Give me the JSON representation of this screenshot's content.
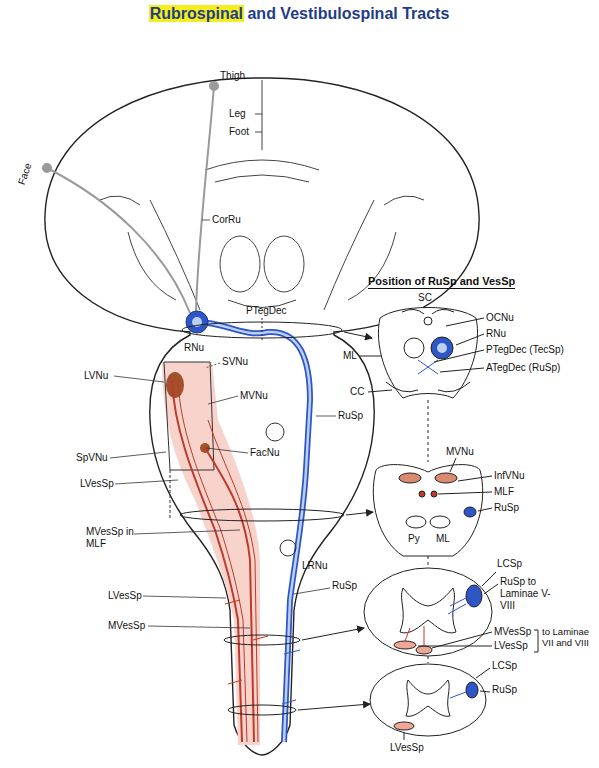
{
  "diagram": {
    "title": "Rubrospinal and Vestibulospinal Tracts",
    "labels": [
      "Thigh",
      "Leg",
      "Foot",
      "Face",
      "CorRu",
      "PTegDec",
      "RNu",
      "Position of RuSp and VesSp",
      "SC",
      "OCNu",
      "ML",
      "RNu",
      "PTegDec (TecSp)",
      "ATegDec (RuSp)",
      "CC",
      "RuSp",
      "SVNu",
      "LVNu",
      "MVNu",
      "FacNu",
      "SpVNu",
      "LVesSp",
      "MVNu",
      "InfVNu",
      "MLF",
      "RuSp",
      "Py",
      "ML",
      "LRNu",
      "MVesSp in MLF",
      "LCSp",
      "RuSp to Laminae V-VIII",
      "RuSp",
      "LVesSp",
      "MVesSp",
      "MVesSp",
      "LVesSp",
      "to Laminae VII and VIII",
      "LCSp",
      "RuSp",
      "LVesSp"
    ]
  }
}
